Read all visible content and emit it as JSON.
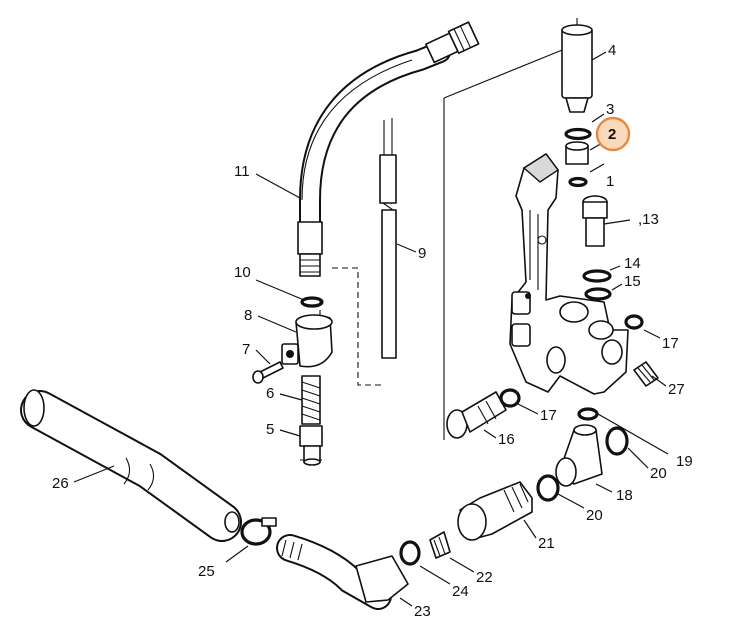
{
  "diagram": {
    "highlight_color": "#e8893a",
    "highlight_fill": "#fbd9bd",
    "callouts": [
      {
        "id": "1",
        "label": "1"
      },
      {
        "id": "2",
        "label": "2",
        "highlighted": true
      },
      {
        "id": "3",
        "label": "3"
      },
      {
        "id": "4",
        "label": "4"
      },
      {
        "id": "5",
        "label": "5"
      },
      {
        "id": "6",
        "label": "6"
      },
      {
        "id": "7",
        "label": "7"
      },
      {
        "id": "8",
        "label": "8"
      },
      {
        "id": "9",
        "label": "9"
      },
      {
        "id": "10",
        "label": "10"
      },
      {
        "id": "11",
        "label": "11"
      },
      {
        "id": "13",
        "label": ",13"
      },
      {
        "id": "14",
        "label": "14"
      },
      {
        "id": "15",
        "label": "15"
      },
      {
        "id": "16",
        "label": "16"
      },
      {
        "id": "17a",
        "label": "17"
      },
      {
        "id": "17b",
        "label": "17"
      },
      {
        "id": "18",
        "label": "18"
      },
      {
        "id": "19",
        "label": "19"
      },
      {
        "id": "20a",
        "label": "20"
      },
      {
        "id": "20b",
        "label": "20"
      },
      {
        "id": "21",
        "label": "21"
      },
      {
        "id": "22",
        "label": "22"
      },
      {
        "id": "23",
        "label": "23"
      },
      {
        "id": "24",
        "label": "24"
      },
      {
        "id": "25",
        "label": "25"
      },
      {
        "id": "26",
        "label": "26"
      },
      {
        "id": "27",
        "label": "27"
      }
    ]
  }
}
